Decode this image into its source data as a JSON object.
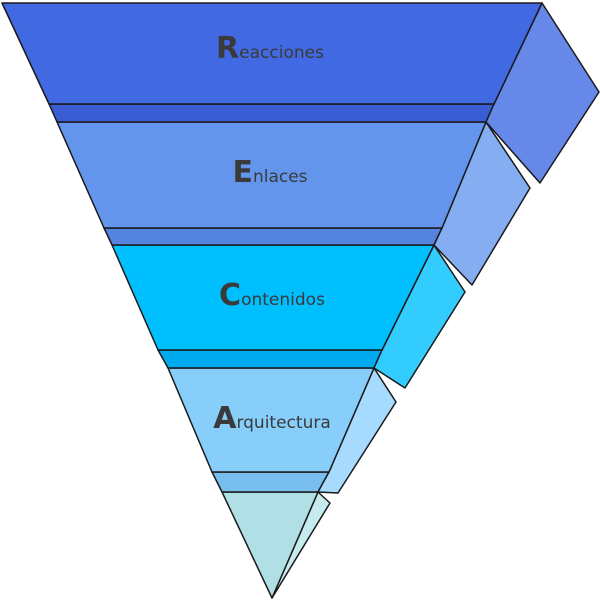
{
  "layers": [
    {
      "initial": "R",
      "rest": "eacciones",
      "front_color": "#4169e1",
      "side_color": "#6688e8",
      "edge_color": "#3a5dd4"
    },
    {
      "initial": "E",
      "rest": "nlaces",
      "front_color": "#6495ed",
      "side_color": "#85aef2",
      "edge_color": "#5583e0"
    },
    {
      "initial": "C",
      "rest": "ontenidos",
      "front_color": "#00bfff",
      "side_color": "#33ccff",
      "edge_color": "#00aaee"
    },
    {
      "initial": "A",
      "rest": "rquitectura",
      "front_color": "#87cefa",
      "side_color": "#a6daff",
      "edge_color": "#78bff0"
    }
  ],
  "tip": {
    "front_color": "#b0e0e6",
    "side_color": "#c6ebee"
  }
}
